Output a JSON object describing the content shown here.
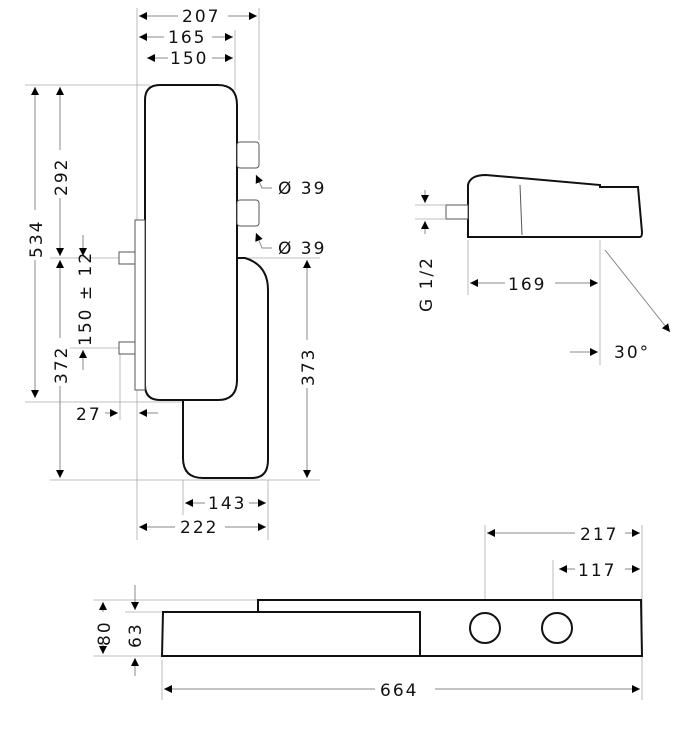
{
  "front_view": {
    "width_total": "207",
    "width_knobs": "165",
    "width_body": "150",
    "height_total": "534",
    "height_upper": "292",
    "height_lower": "372",
    "pin_spacing": "150 ± 12",
    "lower_height_right": "373",
    "pin_offset": "27",
    "knob_diameter_1": "Ø 39",
    "knob_diameter_2": "Ø 39",
    "lower_width": "143",
    "overall_width": "222"
  },
  "side_view": {
    "thread": "G 1/2",
    "depth": "169",
    "angle": "30°"
  },
  "bottom_view": {
    "knob_distance_1": "217",
    "knob_distance_2": "117",
    "total_length": "664",
    "height_total": "80",
    "height_front": "63"
  }
}
